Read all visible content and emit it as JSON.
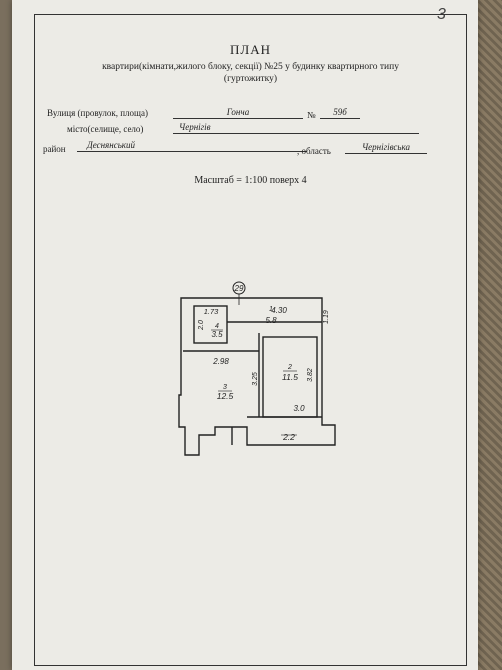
{
  "corner_mark": "3",
  "header": {
    "title": "ПЛАН",
    "subtitle_line1": "квартири(кімнати,жилого блоку, секції) №25  у будинку квартирного типу",
    "subtitle_line2": "(гуртожитку)"
  },
  "address": {
    "street_label": "Вулиця (провулок, площа)",
    "street_value": "Гонча",
    "number_label": "№",
    "number_value": "59б",
    "city_label": "місто(селище, село)",
    "city_value": "Чернігів",
    "district_label": "район",
    "district_value": "Деснянський",
    "region_label": ", область",
    "region_value": "Чернігівська"
  },
  "scale_text": "Масштаб = 1:100   поверх 4",
  "plan": {
    "axis_label": "29",
    "dims": {
      "top_right": "4.30",
      "right_top": "1.19",
      "bath_width": "1.73",
      "bath_height": "2.0",
      "hall_width": "2.98",
      "living_vertical": "3.25",
      "room_height": "3.82",
      "bottom_width": "3.0"
    },
    "rooms": [
      {
        "num": "4",
        "area": "3.5"
      },
      {
        "num": "1",
        "area": "5.8"
      },
      {
        "num": "3",
        "area": "12.5"
      },
      {
        "num": "2",
        "area": "11.5"
      },
      {
        "num": "",
        "area": "2.2"
      }
    ]
  }
}
